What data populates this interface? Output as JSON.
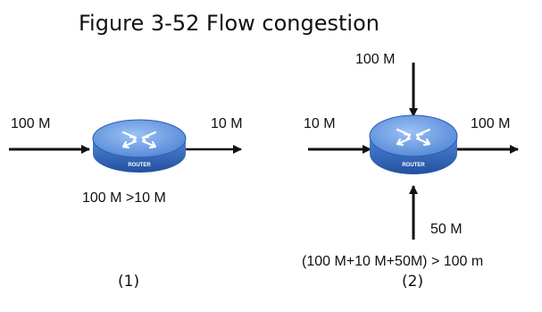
{
  "figure": {
    "title": "Figure 3-52 Flow congestion",
    "router_label": "ROUTER",
    "colors": {
      "router_body": "#3f74c8",
      "router_top": "#6e9fe6",
      "arrow": "#111111"
    }
  },
  "panel1": {
    "in_label": "100 M",
    "out_label": "10 M",
    "condition": "100 M >10 M",
    "caption": "(1)"
  },
  "panel2": {
    "top_in_label": "100 M",
    "left_in_label": "10 M",
    "out_label": "100 M",
    "bottom_in_label": "50 M",
    "condition": "(100 M+10 M+50M) > 100 m",
    "caption": "(2)"
  }
}
